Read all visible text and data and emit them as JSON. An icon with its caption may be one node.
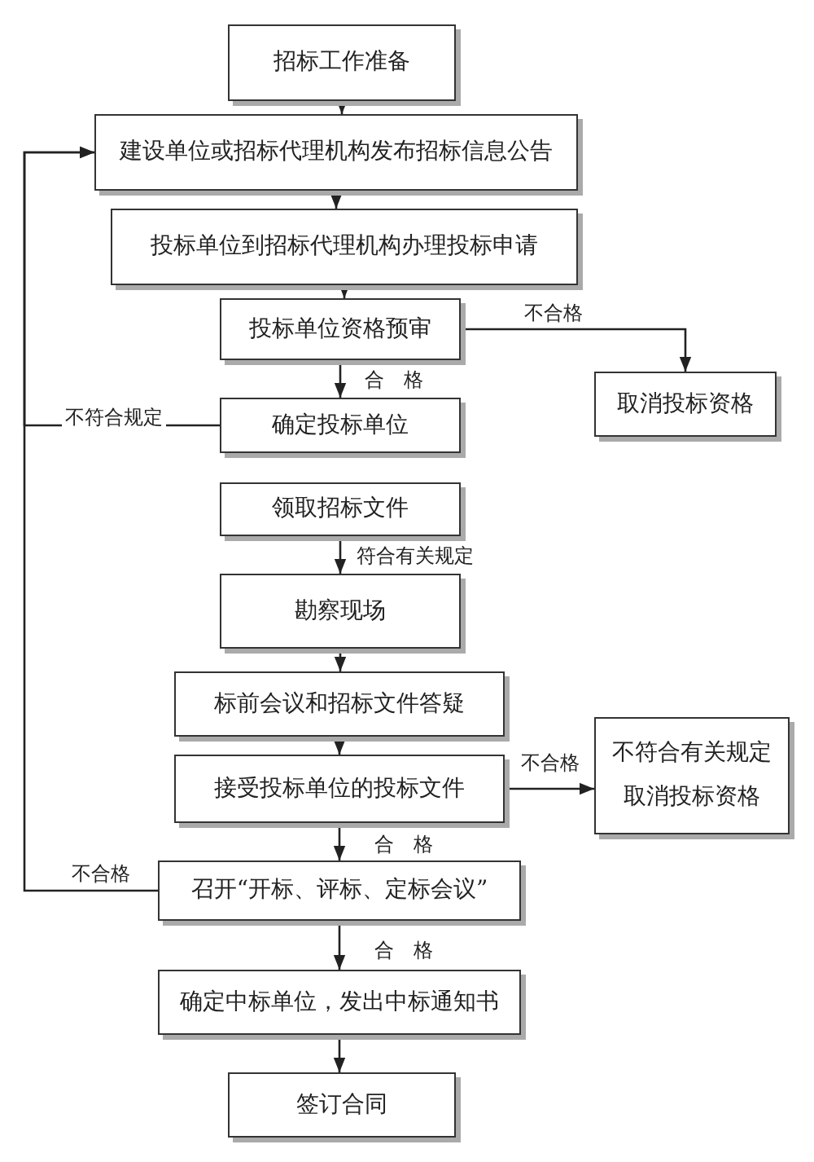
{
  "diagram": {
    "nodes": [
      {
        "text": [
          "招标工作准备"
        ]
      },
      {
        "text": [
          "建设单位或招标代理机构发布招标信息公告"
        ]
      },
      {
        "text": [
          "投标单位到招标代理机构办理投标申请"
        ]
      },
      {
        "text": [
          "投标单位资格预审"
        ]
      },
      {
        "text": [
          "取消投标资格"
        ]
      },
      {
        "text": [
          "确定投标单位"
        ]
      },
      {
        "text": [
          "领取招标文件"
        ]
      },
      {
        "text": [
          "勘察现场"
        ]
      },
      {
        "text": [
          "标前会议和招标文件答疑"
        ]
      },
      {
        "text": [
          "接受投标单位的投标文件"
        ]
      },
      {
        "text": [
          "不符合有关规定取消投标资格"
        ]
      },
      {
        "text": [
          "召开“开标、评标、定标会议”"
        ]
      },
      {
        "text": [
          "确定中标单位，发出中标通知书"
        ]
      },
      {
        "text": [
          "签订合同"
        ]
      }
    ],
    "edges": [
      {
        "from": 0,
        "to": 1,
        "arrow": "to"
      },
      {
        "from": 1,
        "to": 2,
        "arrow": "to"
      },
      {
        "from": 2,
        "to": 3,
        "arrow": "to"
      },
      {
        "from": 3,
        "to": 4,
        "arrow": "to",
        "label": "不合格"
      },
      {
        "from": 3,
        "to": 5,
        "arrow": "to",
        "label": "合　格"
      },
      {
        "from": 5,
        "to": 1,
        "arrow": "to",
        "label": "不符合规定"
      },
      {
        "from": 6,
        "to": 7,
        "arrow": "to",
        "label": "符合有关规定"
      },
      {
        "from": 7,
        "to": 8,
        "arrow": "to"
      },
      {
        "from": 8,
        "to": 9,
        "arrow": "to"
      },
      {
        "from": 9,
        "to": 10,
        "arrow": "to",
        "label": "不合格"
      },
      {
        "from": 9,
        "to": 11,
        "arrow": "to",
        "label": "合　格"
      },
      {
        "from": 11,
        "to": 1,
        "arrow": "to",
        "label": "不合格"
      },
      {
        "from": 11,
        "to": 12,
        "arrow": "to",
        "label": "合　格"
      },
      {
        "from": 12,
        "to": 13,
        "arrow": "to"
      }
    ]
  }
}
